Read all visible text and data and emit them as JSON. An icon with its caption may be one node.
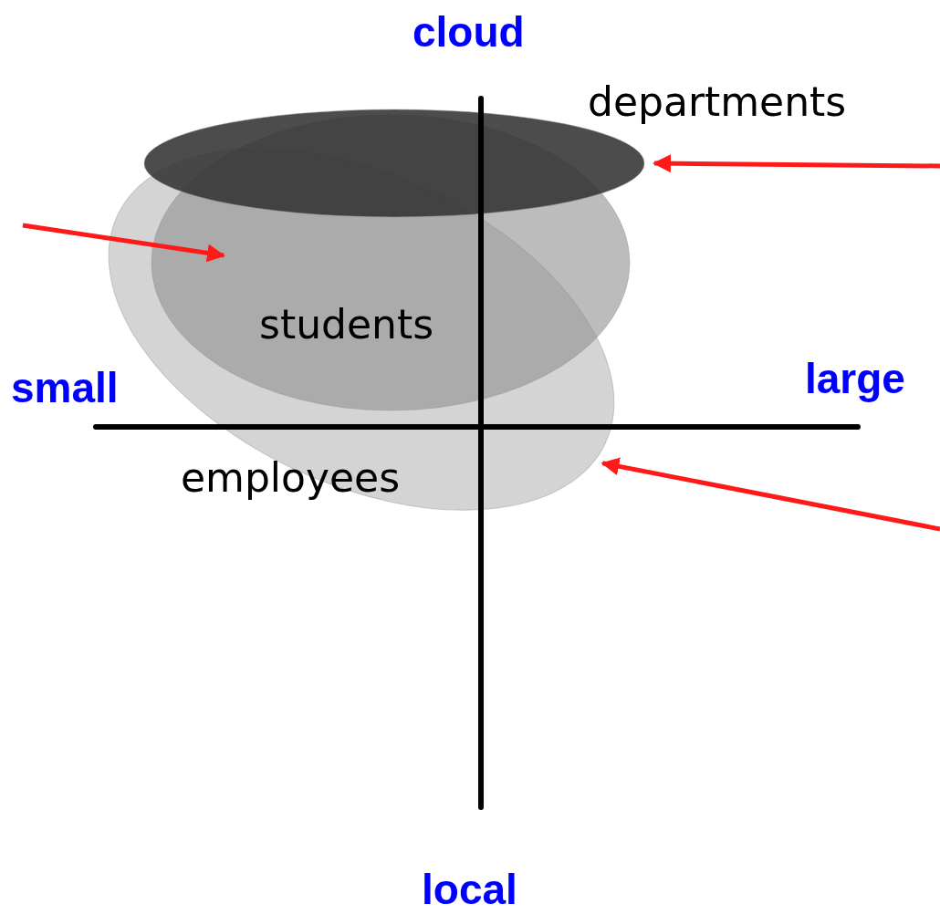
{
  "diagram": {
    "nodes": [
      {
        "text": [
          "departments"
        ]
      },
      {
        "text": [
          "students"
        ]
      },
      {
        "text": [
          "employees"
        ]
      }
    ],
    "edges": [
      {
        "from": null,
        "to": 0,
        "arrow": "to"
      },
      {
        "from": null,
        "to": 1,
        "arrow": "to"
      },
      {
        "from": null,
        "to": 2,
        "arrow": "to"
      }
    ],
    "labels": [
      "cloud",
      "small",
      "large",
      "local"
    ]
  }
}
